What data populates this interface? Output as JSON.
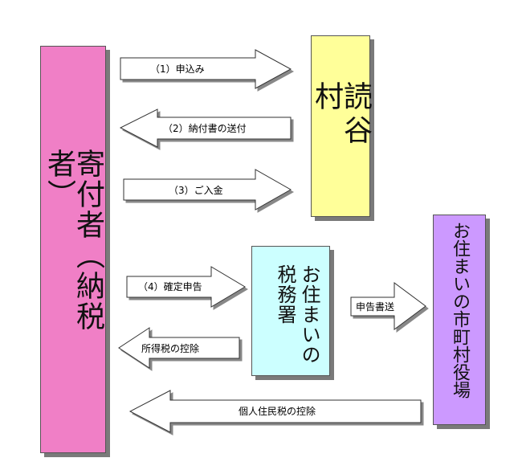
{
  "donor": {
    "label": "寄付者（納税者）"
  },
  "village": {
    "label": "読谷村"
  },
  "tax_office": {
    "label": "お住まいの税務署"
  },
  "city_hall": {
    "label": "お住まいの市町村役場"
  },
  "arrows": {
    "a1": "（1）申込み",
    "a2": "（2）納付書の送付",
    "a3": "（3）ご入金",
    "a4": "（4）確定申告",
    "a5": "所得税の控除",
    "a6": "申告書送",
    "a7": "個人住民税の控除"
  }
}
